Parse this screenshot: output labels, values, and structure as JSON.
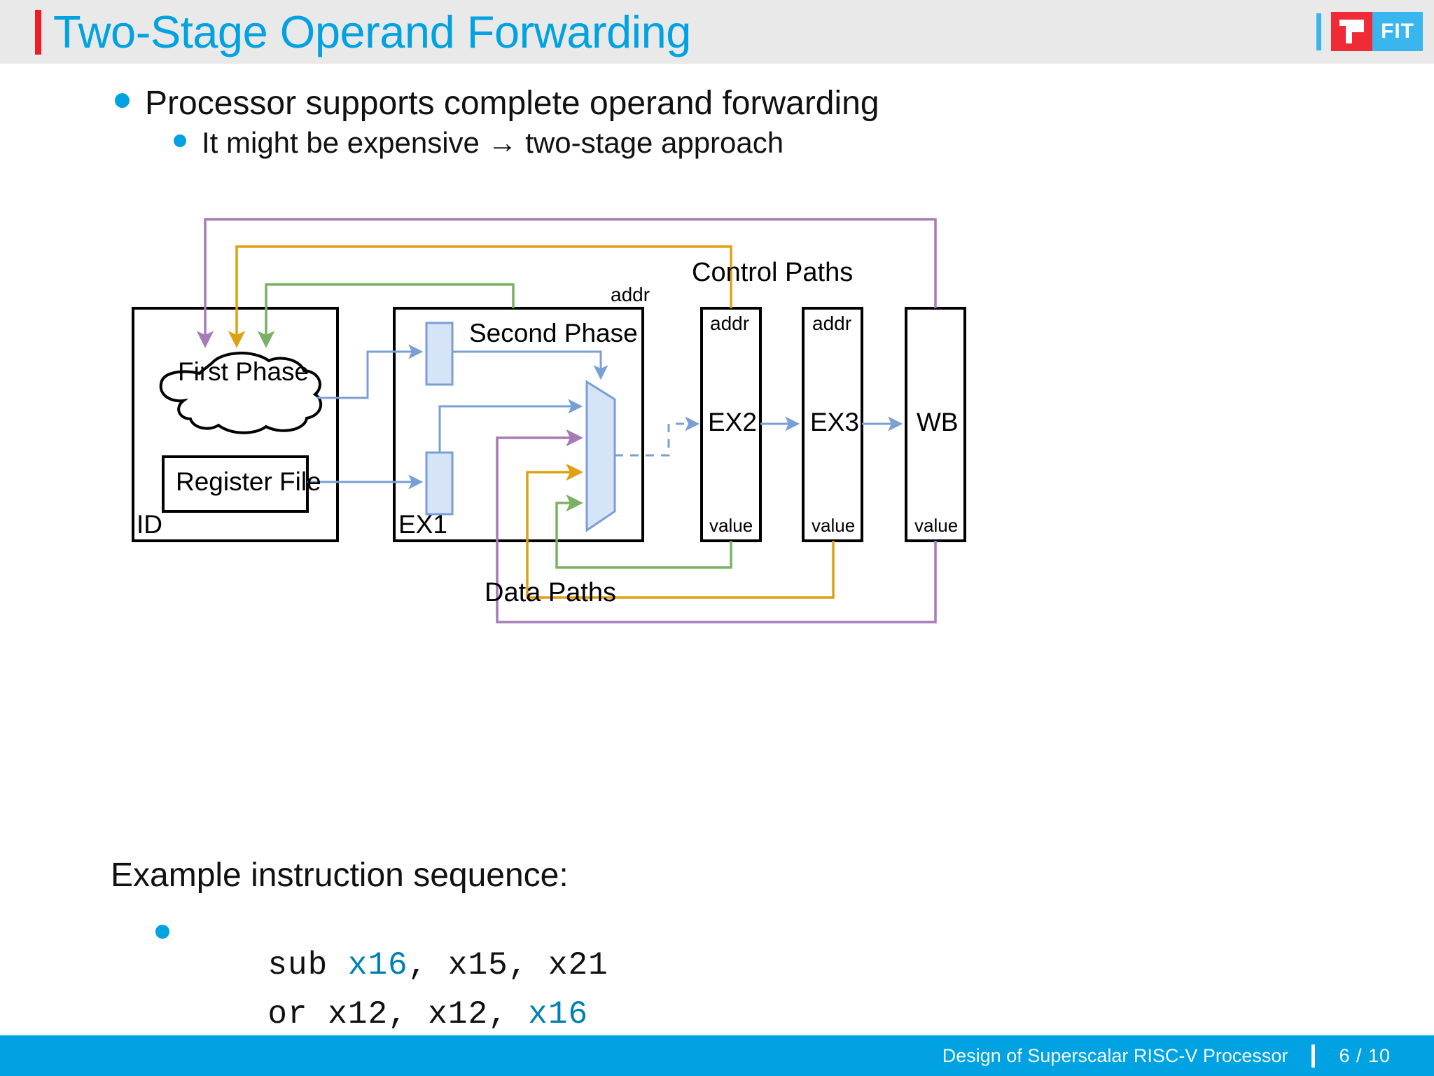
{
  "header": {
    "title": "Two-Stage Operand Forwarding",
    "accent_color": "#ee1c25",
    "title_color": "#00a2e1",
    "bg_color": "#e9e9e9",
    "logo": {
      "mark_letter": "T",
      "word": "FIT",
      "mark_bg": "#ee2b36",
      "word_bg": "#3ab6ef"
    }
  },
  "bullets": [
    {
      "level": 1,
      "text": "Processor supports complete operand forwarding"
    },
    {
      "level": 2,
      "text": "It might be expensive → two-stage approach"
    }
  ],
  "diagram": {
    "labels": {
      "control_paths": "Control Paths",
      "data_paths": "Data Paths",
      "first_phase": "First Phase",
      "second_phase": "Second Phase",
      "register_file": "Register File",
      "addr_ex1": "addr",
      "addr_ex2": "addr",
      "addr_ex3": "addr",
      "stage_id": "ID",
      "stage_ex1": "EX1",
      "stage_ex2": "EX2",
      "stage_ex3": "EX3",
      "stage_wb": "WB",
      "value_ex2": "value",
      "value_ex3": "value",
      "value_wb": "value"
    },
    "path_colors": {
      "purple": "#a57cb5",
      "orange": "#dfa112",
      "green": "#7cb065",
      "blue": "#7a9fd4",
      "black": "#000000",
      "register_fill": "#d6e4f7",
      "register_stroke": "#7a9fd4"
    }
  },
  "example": {
    "heading": "Example instruction sequence:",
    "instructions": [
      {
        "prefix": "sub ",
        "highlight": "x16",
        "suffix": ", x15, x21"
      },
      {
        "prefix": "or x12, x12, ",
        "highlight": "x16",
        "suffix": ""
      }
    ],
    "highlight_color": "#0080b0"
  },
  "footer": {
    "title": "Design of Superscalar RISC-V Processor",
    "page": "6 / 10",
    "bg_color": "#00a2e1"
  }
}
